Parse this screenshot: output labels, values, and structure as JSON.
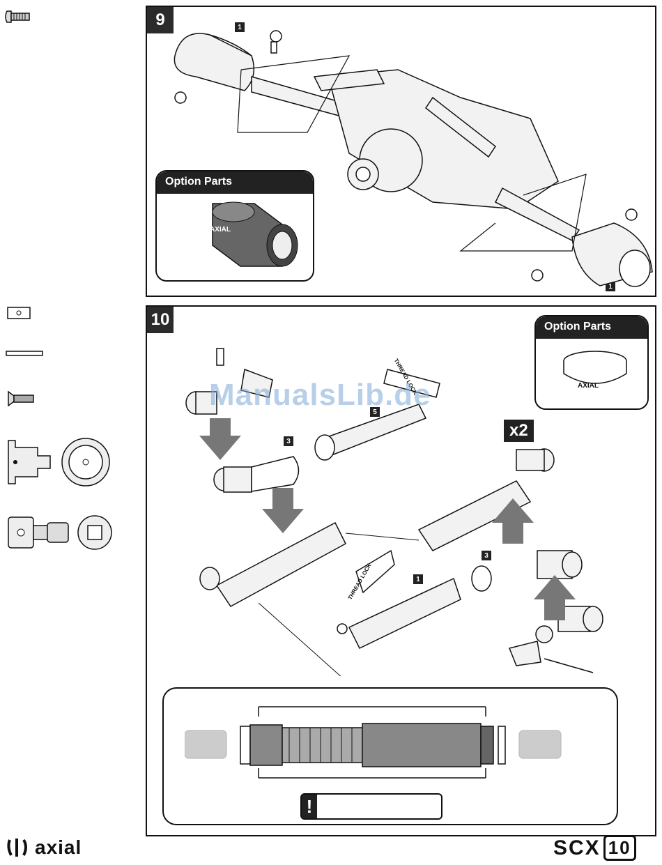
{
  "step9": {
    "number": "9",
    "qty_a": "1",
    "qty_b": "1",
    "option": {
      "title": "Option Parts",
      "brand": "AXIAL"
    }
  },
  "step10": {
    "number": "10",
    "option": {
      "title": "Option Parts",
      "brand": "AXIAL"
    },
    "multiplier": "x2",
    "thread_lock": "THREAD LOCK",
    "qty_top": "5",
    "qty_mid": "3",
    "qty_right": "3",
    "qty_center": "1",
    "warning_icon": "!",
    "warning_text": ""
  },
  "watermark": "ManualsLib.de",
  "footer": {
    "brand": "axial",
    "model": "SCX",
    "model_num": "10"
  }
}
